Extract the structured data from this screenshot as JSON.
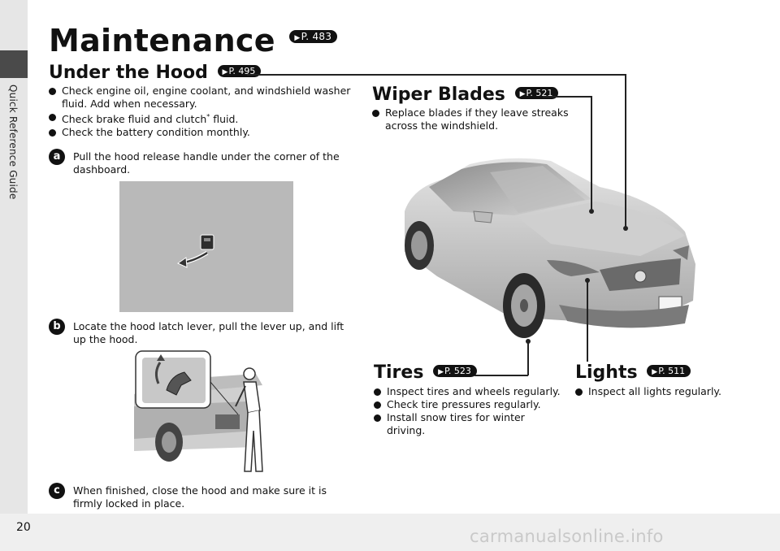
{
  "sidebar": {
    "label": "Quick Reference Guide"
  },
  "page": {
    "number": "20",
    "watermark": "carmanualsonline.info"
  },
  "title": {
    "text": "Maintenance",
    "ref": "P. 483"
  },
  "under_hood": {
    "heading": "Under the Hood",
    "ref": "P. 495",
    "bullets": [
      "Check engine oil, engine coolant, and windshield washer fluid. Add when necessary.",
      "Check brake fluid and clutch",
      "Check the battery condition monthly."
    ],
    "bullet2_suffix": " fluid.",
    "asterisk": "*",
    "steps": [
      {
        "badge": "a",
        "text": "Pull the hood release handle under the corner of the dashboard."
      },
      {
        "badge": "b",
        "text": "Locate the hood latch lever, pull the lever up, and lift up the hood."
      },
      {
        "badge": "c",
        "text": "When finished, close the hood and make sure it is firmly locked in place."
      }
    ]
  },
  "wiper": {
    "heading": "Wiper Blades",
    "ref": "P. 521",
    "bullets": [
      "Replace blades if they leave streaks across the windshield."
    ]
  },
  "tires": {
    "heading": "Tires",
    "ref": "P. 523",
    "bullets": [
      "Inspect tires and wheels regularly.",
      "Check tire pressures regularly.",
      "Install snow tires for winter driving."
    ]
  },
  "lights": {
    "heading": "Lights",
    "ref": "P. 511",
    "bullets": [
      "Inspect all lights regularly."
    ]
  },
  "colors": {
    "text": "#111111",
    "sidebar": "#e6e6e6",
    "sidebar_tab": "#4a4a4a",
    "photo_bg": "#b9b9b9"
  }
}
